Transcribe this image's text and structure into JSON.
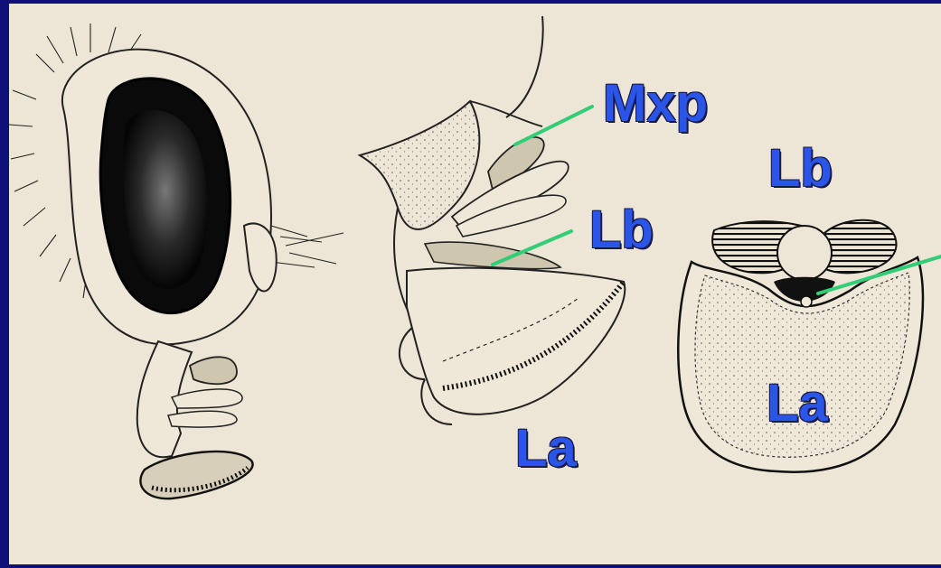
{
  "labels": {
    "mxp": "Mxp",
    "lb_middle": "Lb",
    "la_middle": "La",
    "lb_right": "Lb",
    "la_right": "La"
  },
  "colors": {
    "frame": "#10107a",
    "background": "#ede6d6",
    "label": "#2b55e6",
    "pointer_line": "#33cc77",
    "ink": "#111111"
  }
}
